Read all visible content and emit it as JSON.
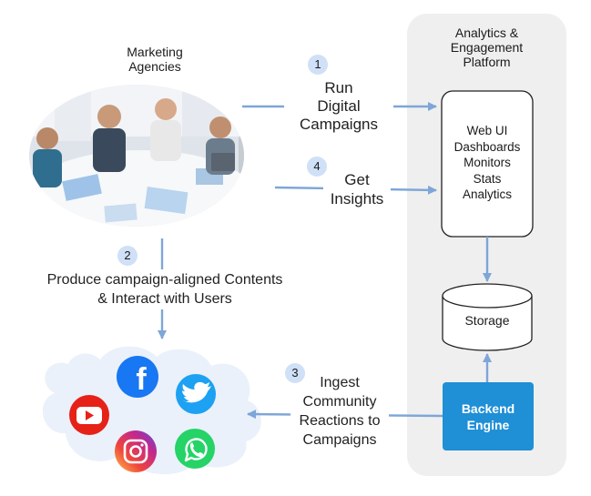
{
  "platform": {
    "title_lines": [
      "Analytics &",
      "Engagement",
      "Platform"
    ],
    "web_ui_lines": [
      "Web UI",
      "Dashboards",
      "Monitors",
      "Stats",
      "Analytics"
    ],
    "storage_label": "Storage",
    "backend_lines": [
      "Backend",
      "Engine"
    ]
  },
  "agencies": {
    "title_lines": [
      "Marketing",
      "Agencies"
    ]
  },
  "steps": [
    {
      "number": "1",
      "lines": [
        "Run",
        "Digital",
        "Campaigns"
      ]
    },
    {
      "number": "2",
      "lines": [
        "Produce campaign-aligned Contents",
        "& Interact with Users"
      ]
    },
    {
      "number": "3",
      "lines": [
        "Ingest",
        "Community",
        "Reactions to",
        "Campaigns"
      ]
    },
    {
      "number": "4",
      "lines": [
        "Get",
        "Insights"
      ]
    }
  ],
  "social_icons": [
    "facebook-icon",
    "twitter-icon",
    "youtube-icon",
    "instagram-icon",
    "whatsapp-icon"
  ],
  "colors": {
    "arrow": "#7ea6d8",
    "badge": "#cfe0f7",
    "platform_bg": "#efefef",
    "backend": "#1f8fd6",
    "cloud": "#eaf1fb",
    "facebook": "#1877f2",
    "twitter": "#1da1f2",
    "youtube": "#e62117",
    "whatsapp": "#25d366"
  }
}
